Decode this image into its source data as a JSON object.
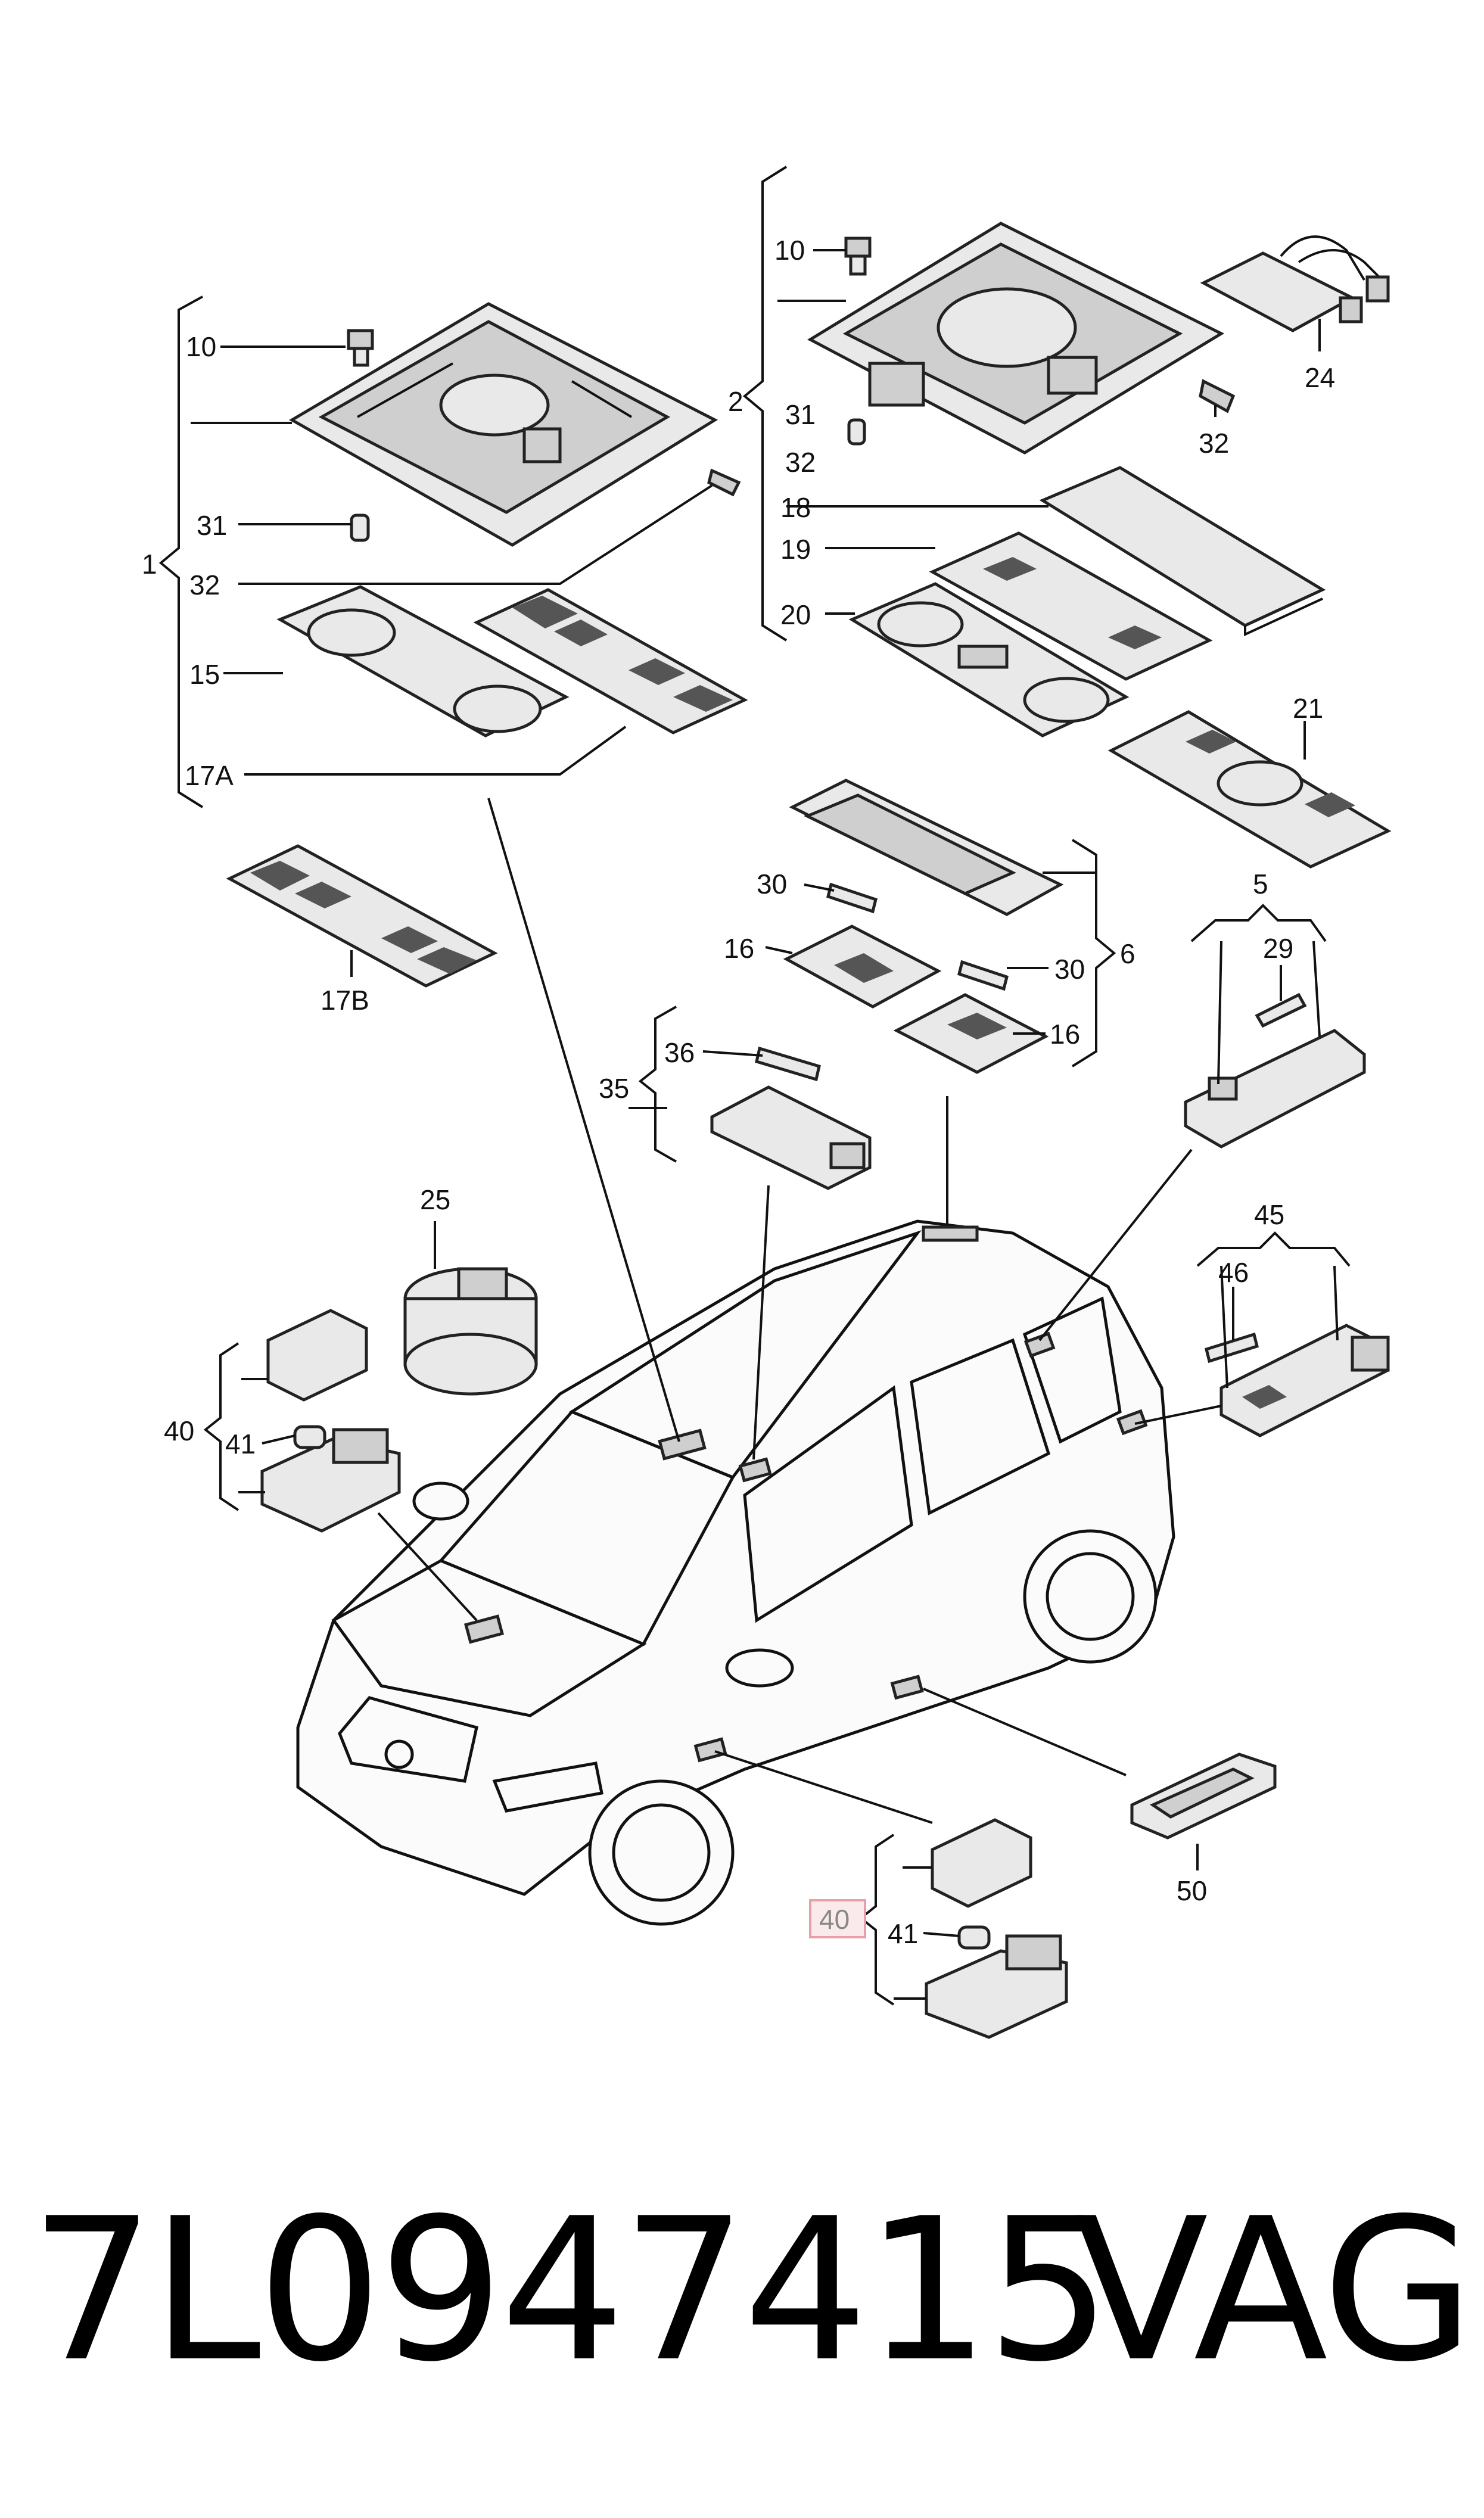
{
  "labels": {
    "l1": "1",
    "l2": "2",
    "l5": "5",
    "l6": "6",
    "l10a": "10",
    "l10b": "10",
    "l31a": "31",
    "l31b": "31",
    "l32a": "32",
    "l32b": "32",
    "l32c": "32",
    "l15": "15",
    "l16a": "16",
    "l16b": "16",
    "l17a": "17A",
    "l17b": "17B",
    "l18": "18",
    "l19": "19",
    "l20": "20",
    "l21": "21",
    "l24": "24",
    "l25": "25",
    "l29": "29",
    "l30a": "30",
    "l30b": "30",
    "l35": "35",
    "l36": "36",
    "l40a": "40",
    "l40b": "40",
    "l41a": "41",
    "l41b": "41",
    "l45": "45",
    "l46": "46",
    "l50": "50"
  },
  "highlight": {
    "label": "40",
    "color": "#e8a0a8"
  },
  "footer": {
    "part_number": "7L0947415",
    "brand": "VAG"
  }
}
